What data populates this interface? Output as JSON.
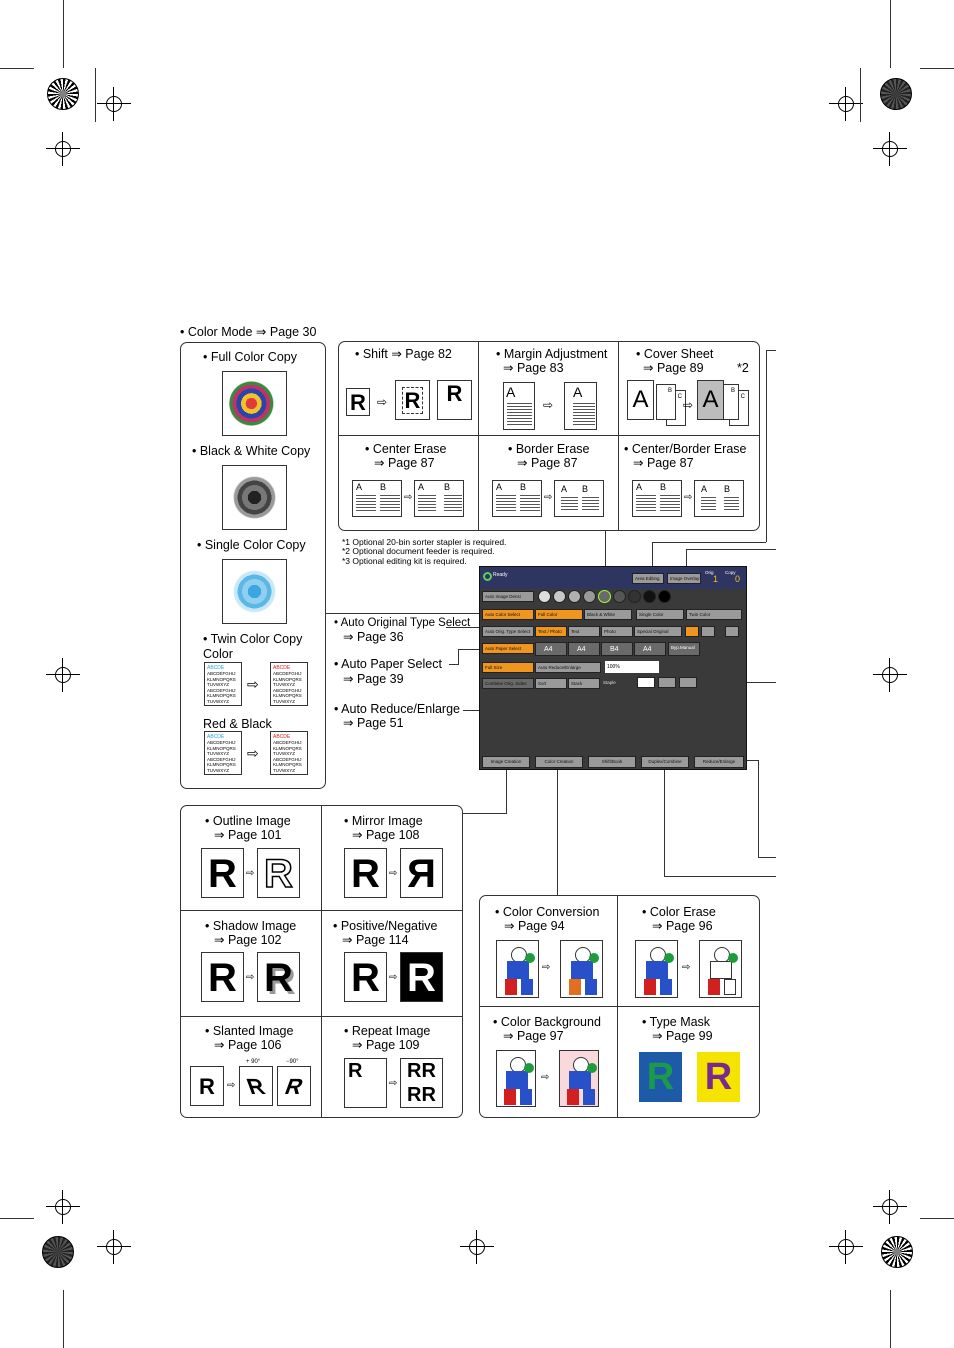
{
  "color_mode": {
    "title": "• Color Mode ⇒ Page 30",
    "full_color": "• Full Color Copy",
    "bw": "• Black & White Copy",
    "single": "• Single Color Copy",
    "twin": "• Twin Color Copy",
    "twin_color": "Color",
    "twin_redblack": "Red & Black",
    "sample_head": "ABCDE",
    "sample_lines": [
      "ABCDEFGHIJ",
      "KLMNOPQRS",
      "TUVWXYZ",
      "ABCDEFGHIJ",
      "KLMNOPQRS",
      "TUVWXYZ"
    ]
  },
  "edit_top": {
    "shift": [
      "• Shift ⇒ Page 82"
    ],
    "margin": [
      "• Margin Adjustment",
      "⇒ Page 83"
    ],
    "cover": [
      "• Cover Sheet",
      "⇒ Page 89",
      "*2"
    ],
    "center_erase": [
      "• Center Erase",
      "⇒ Page 87"
    ],
    "border_erase": [
      "• Border Erase",
      "⇒ Page 87"
    ],
    "center_border": [
      "• Center/Border Erase",
      "⇒ Page 87"
    ],
    "glyph_R": "R",
    "glyph_A": "A",
    "glyph_B": "B",
    "glyph_C": "C"
  },
  "notes": [
    "*1 Optional 20-bin sorter stapler is required.",
    "*2 Optional document feeder is required.",
    "*3 Optional editing kit is required."
  ],
  "callouts": {
    "auto_orig": [
      "• Auto Original Type Select",
      "⇒ Page 36"
    ],
    "auto_paper": [
      "• Auto Paper Select",
      "⇒ Page 39"
    ],
    "auto_reduce": [
      "• Auto Reduce/Enlarge",
      "⇒ Page 51"
    ]
  },
  "panel": {
    "status": "Ready",
    "area_editing": "Area Editing",
    "image_overlay": "Image Overlay",
    "orig_label": "Orig",
    "orig_value": "1",
    "copy_label": "Copy",
    "copy_value": "0",
    "auto_image": "Auto Image Densi",
    "auto_color": "Auto Color Select",
    "full_color": "Full Color",
    "bw": "Black & White",
    "single_color": "Single Color",
    "twin_color": "Twin Color",
    "auto_orig": "Auto Orig. Type Select",
    "text_photo": "Text / Photo",
    "text": "Text",
    "photo": "Photo",
    "special": "Special Original",
    "auto_paper": "Auto Paper Select",
    "a4a": "A4",
    "a4b": "A4",
    "b4": "B4",
    "a4c": "A4",
    "bypass": "Byp.Manual",
    "full_size": "Full Size",
    "auto_reduce": "Auto Reduce/Enlarge",
    "pct": "100%",
    "sort": "Sort",
    "stack": "Stack",
    "staple": "Staple",
    "combine_origs": "Combine Orig. Sides",
    "tabs": [
      "Image Creation",
      "Color Creation",
      "Shift/Book",
      "Duplex/Combine",
      "Reduce/Enlarge"
    ]
  },
  "image_edit": {
    "outline": [
      "• Outline Image",
      "⇒ Page 101"
    ],
    "mirror": [
      "• Mirror Image",
      "⇒ Page 108"
    ],
    "shadow": [
      "• Shadow Image",
      "⇒ Page 102"
    ],
    "posneg": [
      "• Positive/Negative",
      "⇒ Page 114"
    ],
    "slanted": [
      "• Slanted Image",
      "⇒ Page 106"
    ],
    "repeat": [
      "• Repeat Image",
      "⇒ Page 109"
    ],
    "angle1": "+ 90°",
    "angle2": "−90°",
    "glyph_R": "R",
    "glyph_mirror": "Я"
  },
  "color_edit": {
    "conversion": [
      "• Color Conversion",
      "⇒ Page 94"
    ],
    "erase": [
      "• Color Erase",
      "⇒ Page 96"
    ],
    "background": [
      "• Color Background",
      "⇒ Page 97"
    ],
    "mask": [
      "• Type Mask",
      "⇒ Page 99"
    ],
    "glyph_R": "R",
    "colors": {
      "mask_blue": "#1d5aa8",
      "mask_green": "#1b9b4a",
      "mask_yellow": "#f5e400",
      "mask_purple": "#7a2a8c",
      "bg_pink": "#f9d9dc"
    }
  },
  "arrow_glyph": "⇨",
  "twin_arrow": "⇨"
}
